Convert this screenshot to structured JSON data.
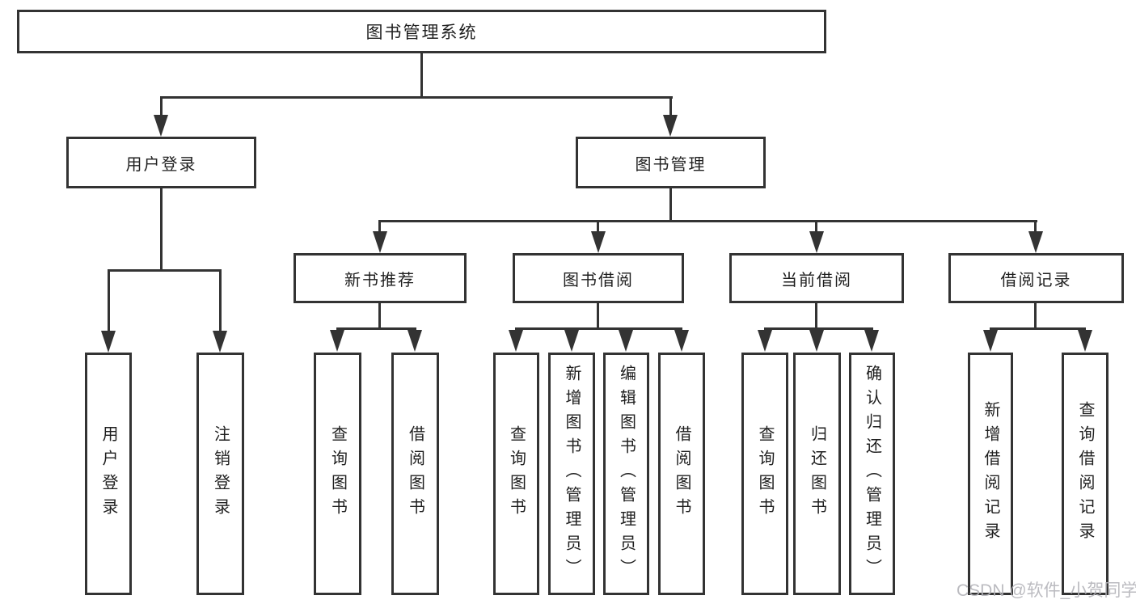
{
  "tree": {
    "label": "图书管理系统",
    "children": [
      {
        "label": "用户登录",
        "children": [
          {
            "label": "用户登录"
          },
          {
            "label": "注销登录"
          }
        ]
      },
      {
        "label": "图书管理",
        "children": [
          {
            "label": "新书推荐",
            "children": [
              {
                "label": "查询图书"
              },
              {
                "label": "借阅图书"
              }
            ]
          },
          {
            "label": "图书借阅",
            "children": [
              {
                "label": "查询图书"
              },
              {
                "label": "新增图书（管理员）"
              },
              {
                "label": "编辑图书（管理员）"
              },
              {
                "label": "借阅图书"
              }
            ]
          },
          {
            "label": "当前借阅",
            "children": [
              {
                "label": "查询图书"
              },
              {
                "label": "归还图书"
              },
              {
                "label": "确认归还（管理员）"
              }
            ]
          },
          {
            "label": "借阅记录",
            "children": [
              {
                "label": "新增借阅记录"
              },
              {
                "label": "查询借阅记录"
              }
            ]
          }
        ]
      }
    ]
  },
  "watermark": {
    "text": "CSDN @软件_小贺同学"
  },
  "colors": {
    "line": "#333333",
    "box_border": "#333333",
    "text": "#1f1f1f",
    "watermark": "#b4b4ba",
    "background": "#ffffff"
  }
}
